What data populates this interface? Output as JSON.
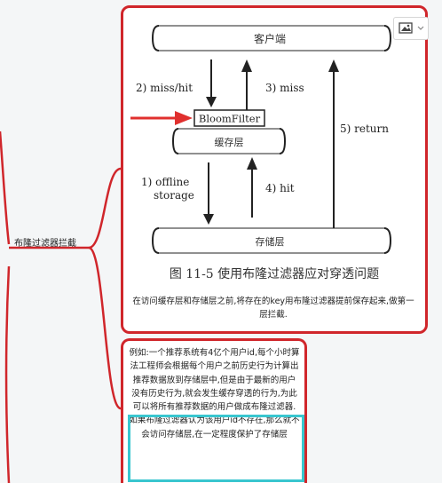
{
  "mindmap": {
    "branch_label": "布隆过滤器拦截"
  },
  "diagram": {
    "client": "客户端",
    "bloom": "BloomFilter",
    "cache": "缓存层",
    "storage": "存储层",
    "arrow_miss_hit": "2) miss/hit",
    "arrow_miss": "3) miss",
    "arrow_return": "5) return",
    "arrow_offline_line1": "1) offline",
    "arrow_offline_line2": "storage",
    "arrow_hit": "4) hit",
    "figure_title": "图 11-5   使用布隆过滤器应对穿透问题"
  },
  "caption": "在访问缓存层和存储层之前,将存在的key用布隆过滤器提前保存起来,做第一层拦截.",
  "example": {
    "text": "例如:一个推荐系统有4亿个用户id,每个小时算法工程师会根据每个用户之前历史行为计算出推荐数据放到存储层中,但是由于最新的用户没有历史行为,就会发生缓存穿透的行为,为此可以将所有推荐数据的用户做成布隆过滤器.如果布隆过滤器认为该用户id不存在,那么就不会访问存储层,在一定程度保护了存储层"
  },
  "colors": {
    "accent": "#d0262b",
    "highlight": "#39c6cf"
  },
  "icons": {
    "image_button": "image-icon",
    "dropdown": "chevron-down-icon"
  }
}
